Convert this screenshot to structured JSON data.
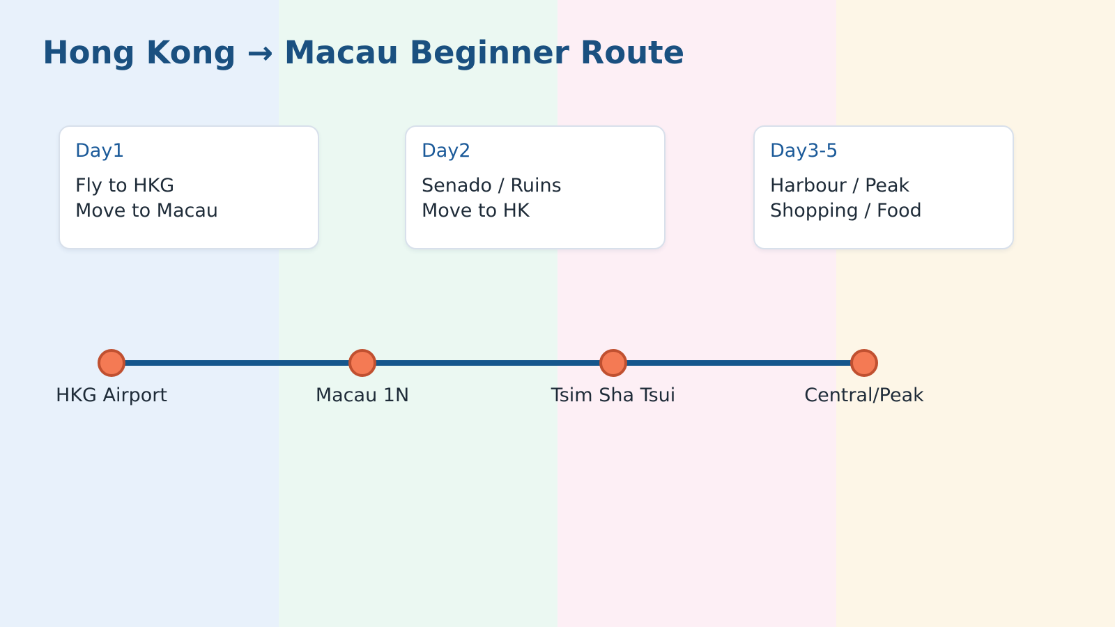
{
  "title": "Hong Kong → Macau Beginner Route",
  "cards": [
    {
      "heading": "Day1",
      "lines": [
        "Fly to HKG",
        "Move to Macau"
      ]
    },
    {
      "heading": "Day2",
      "lines": [
        "Senado / Ruins",
        "Move to HK"
      ]
    },
    {
      "heading": "Day3-5",
      "lines": [
        "Harbour / Peak",
        "Shopping / Food"
      ]
    }
  ],
  "timeline": {
    "stops": [
      {
        "label": "HKG Airport"
      },
      {
        "label": "Macau 1N"
      },
      {
        "label": "Tsim Sha Tsui"
      },
      {
        "label": "Central/Peak"
      }
    ]
  },
  "theme": {
    "band_colors": [
      "#e8f1fb",
      "#ebf8f2",
      "#fdeff5",
      "#fdf6e7"
    ],
    "title_color": "#1a5080",
    "card_heading_color": "#1b5a99",
    "body_text_color": "#1e2b38",
    "track_color": "#15568c",
    "dot_fill_color": "#f47a54",
    "dot_border_color": "#c05030",
    "card_border_color": "#d8e0eb"
  }
}
